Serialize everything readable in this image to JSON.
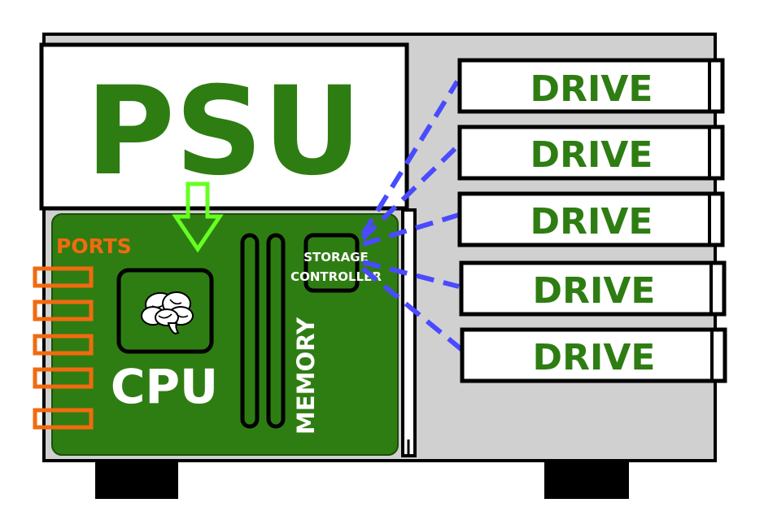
{
  "labels": {
    "psu": "PSU",
    "ports": "PORTS",
    "cpu": "CPU",
    "memory": "MEMORY",
    "storage_line1": "STORAGE",
    "storage_line2": "CONTROLLER"
  },
  "drives": [
    "DRIVE",
    "DRIVE",
    "DRIVE",
    "DRIVE",
    "DRIVE"
  ],
  "icons": {
    "cpu": "brain-icon",
    "flow": "arrow-down-icon"
  },
  "colors": {
    "board": "#2e7d12",
    "text_green": "#2e7d12",
    "ports": "#f26a0f",
    "arrow": "#66ff22",
    "cables": "#4a4aff",
    "case": "#d0d0d0"
  }
}
